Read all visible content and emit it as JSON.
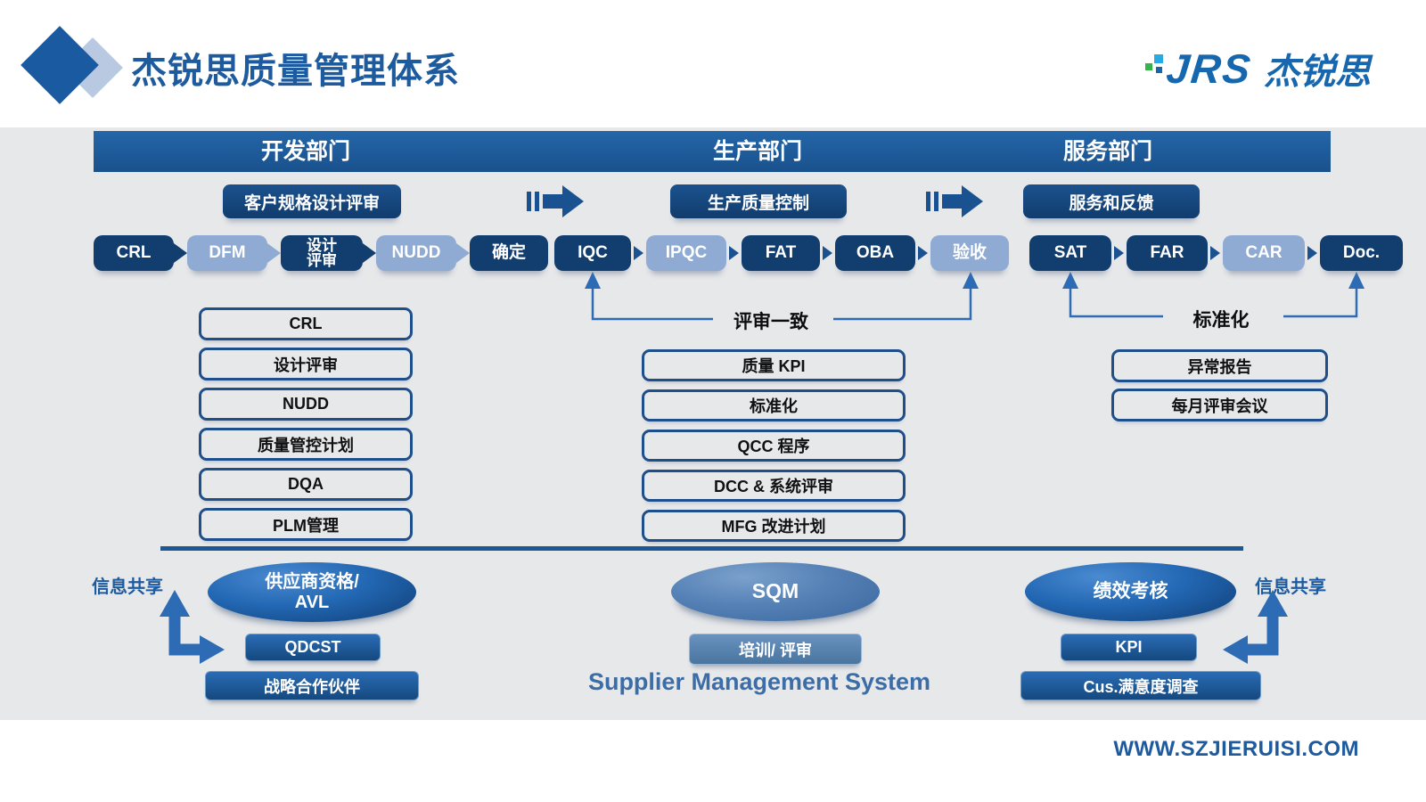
{
  "colors": {
    "accent_blue": "#1d5a9e",
    "band_blue": "#1e5b9a",
    "dark_box": "#113e6f",
    "light_box": "#8fabd3",
    "steel_blue": "#4a78ae",
    "connector": "#2d6cb4",
    "background_gray": "#e7e8ea"
  },
  "header": {
    "title": "杰锐思质量管理体系",
    "logo_jrs": "JRS",
    "logo_cn": "杰锐思"
  },
  "departments": {
    "dev": "开发部门",
    "prod": "生产部门",
    "service": "服务部门"
  },
  "stage_headers": {
    "dev": "客户规格设计评审",
    "prod": "生产质量控制",
    "service": "服务和反馈"
  },
  "dev_chain": [
    {
      "label": "CRL"
    },
    {
      "label": "DFM"
    },
    {
      "line1": "设计",
      "line2": "评审"
    },
    {
      "label": "NUDD"
    },
    {
      "label": "确定"
    }
  ],
  "prod_chain": [
    "IQC",
    "IPQC",
    "FAT",
    "OBA",
    "验收"
  ],
  "service_chain": [
    "SAT",
    "FAR",
    "CAR",
    "Doc."
  ],
  "connector_labels": {
    "prod": "评审一致",
    "service": "标准化"
  },
  "dev_list": [
    "CRL",
    "设计评审",
    "NUDD",
    "质量管控计划",
    "DQA",
    "PLM管理"
  ],
  "prod_list": [
    "质量 KPI",
    "标准化",
    "QCC 程序",
    "DCC & 系统评审",
    "MFG 改进计划"
  ],
  "service_list": [
    "异常报告",
    "每月评审会议"
  ],
  "bottom": {
    "share_left": "信息共享",
    "share_right": "信息共享",
    "supplier_ellipse_line1": "供应商资格/",
    "supplier_ellipse_line2": "AVL",
    "qdcst": "QDCST",
    "strategic": "战略合作伙伴",
    "sqm": "SQM",
    "training": "培训/ 评审",
    "sms_title": "Supplier Management System",
    "performance": "绩效考核",
    "kpi": "KPI",
    "cus_survey": "Cus.满意度调查"
  },
  "footer": {
    "url": "WWW.SZJIERUISI.COM"
  }
}
